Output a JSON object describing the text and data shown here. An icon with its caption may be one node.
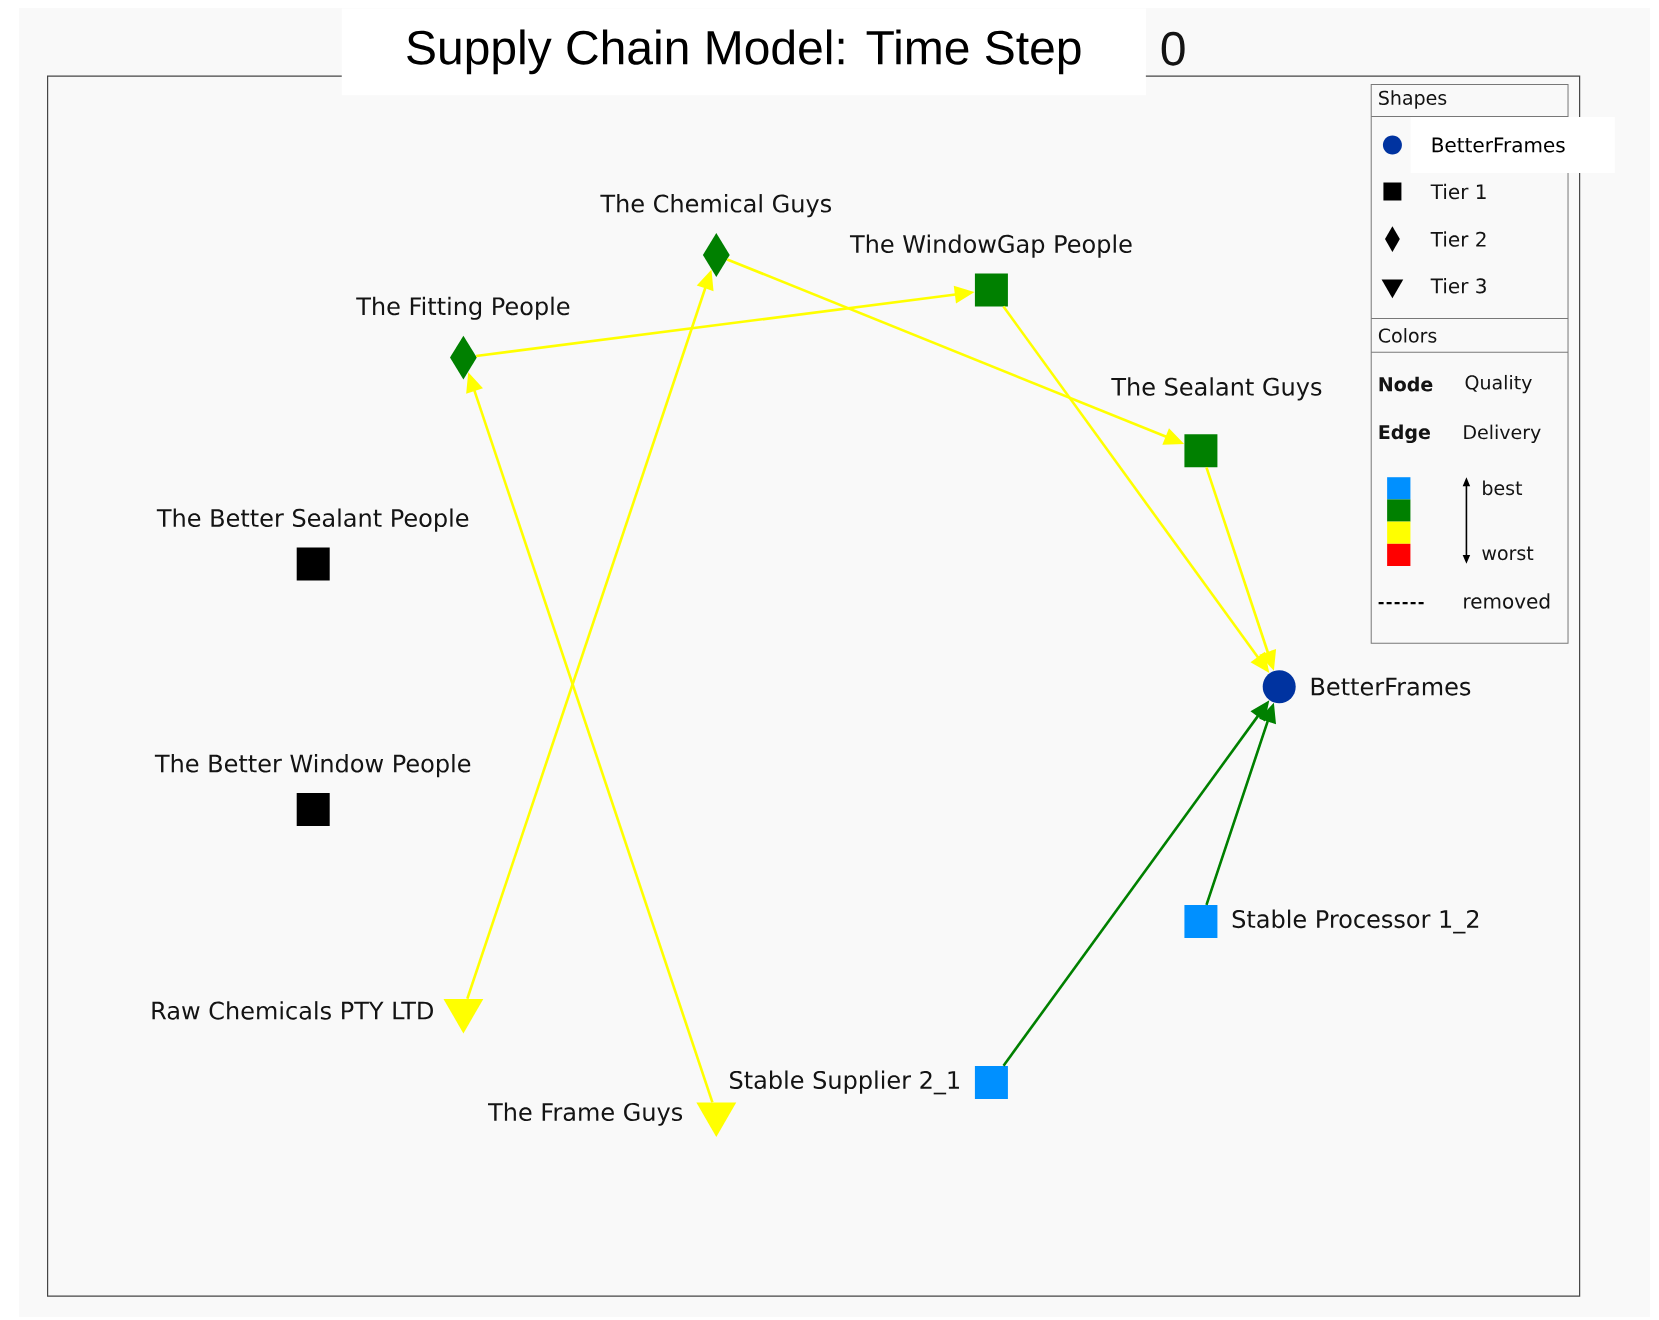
{
  "diagram": {
    "title": "Supply Chain Model: Time Step",
    "nodes": [
      {
        "text": [
          "The Chemical Guys"
        ]
      },
      {
        "text": [
          "The WindowGap People"
        ]
      },
      {
        "text": [
          "The Fitting People"
        ]
      },
      {
        "text": [
          "The Sealant Guys"
        ]
      },
      {
        "text": [
          "The Better Sealant People"
        ]
      },
      {
        "text": [
          "BetterFrames"
        ]
      },
      {
        "text": [
          "The Better Window People"
        ]
      },
      {
        "text": [
          "Stable Processor 1_2"
        ]
      },
      {
        "text": [
          "Raw Chemicals PTY LTD"
        ]
      },
      {
        "text": [
          "Stable Supplier 2_1"
        ]
      },
      {
        "text": [
          "The Frame Guys"
        ]
      }
    ],
    "edges": [
      {
        "from": 8,
        "to": 0,
        "arrow": "to"
      },
      {
        "from": 10,
        "to": 2,
        "arrow": "to"
      },
      {
        "from": 2,
        "to": 1,
        "arrow": "to"
      },
      {
        "from": 0,
        "to": 3,
        "arrow": "to"
      },
      {
        "from": 1,
        "to": 5,
        "arrow": "to"
      },
      {
        "from": 3,
        "to": 5,
        "arrow": "to"
      },
      {
        "from": 9,
        "to": 5,
        "arrow": "to",
        "color": "#008000"
      },
      {
        "from": 7,
        "to": 5,
        "arrow": "to",
        "color": "#008000"
      }
    ],
    "labels": [
      "0",
      "Shapes",
      "Colors",
      "Node",
      "Quality",
      "Edge",
      "Delivery",
      "best",
      "worst"
    ],
    "legend": [
      {
        "text": "BetterFrames"
      },
      {
        "text": "Tier 1"
      },
      {
        "text": "Tier 2"
      },
      {
        "text": "Tier 3"
      },
      {
        "text": "removed"
      }
    ]
  }
}
